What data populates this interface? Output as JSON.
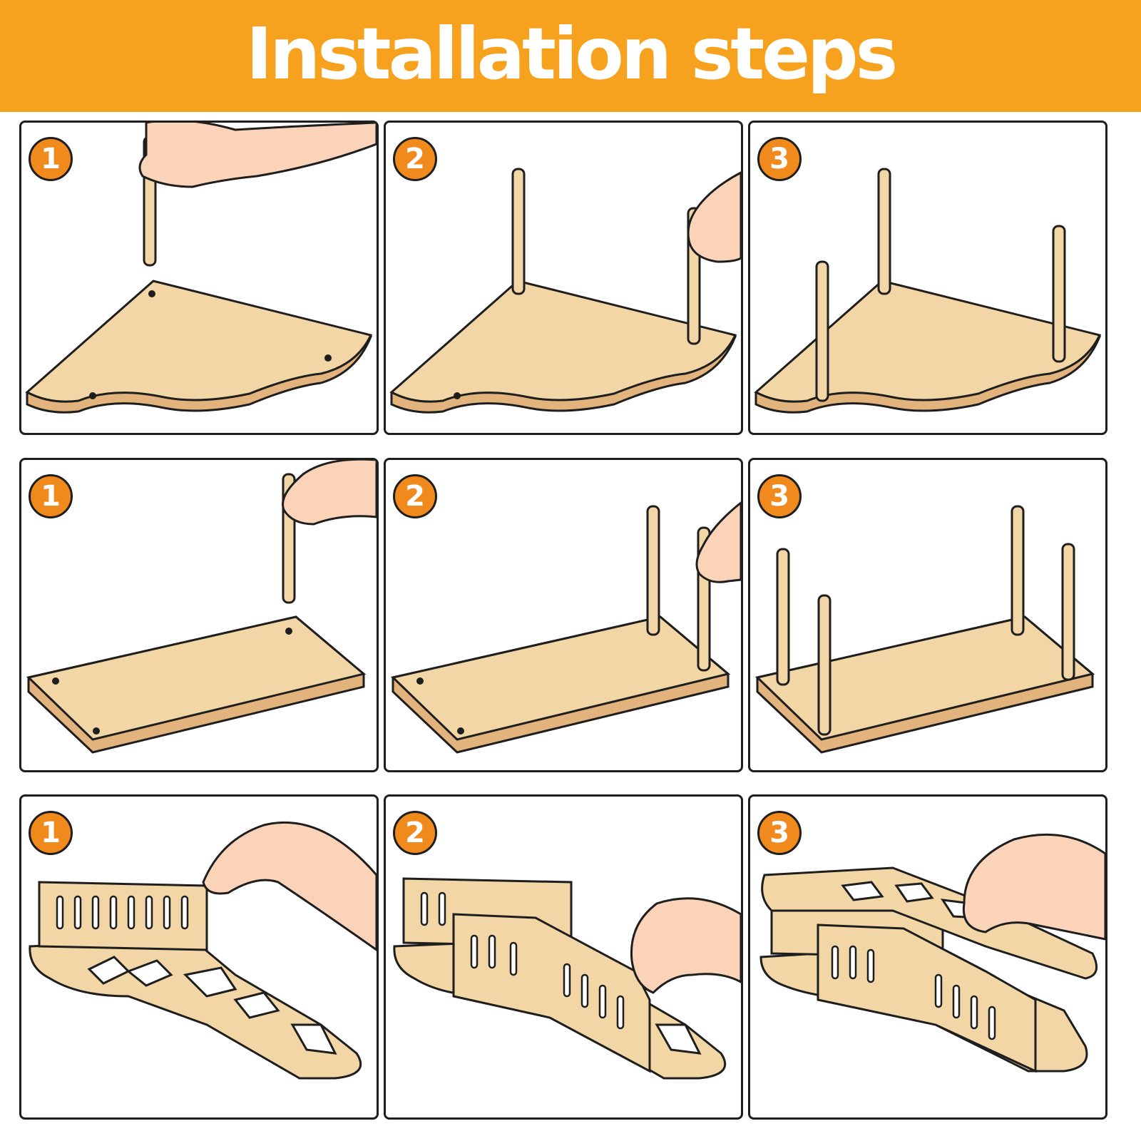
{
  "banner": {
    "title": "Installation steps",
    "background": "#f7a21f",
    "text_color": "#ffffff"
  },
  "colors": {
    "wood": "#f2d6a6",
    "wood_edge": "#e2b37c",
    "outline": "#1e1e1e",
    "skin": "#fbd3b9",
    "badge": "#f08a1c"
  },
  "rows": [
    {
      "part": "corner shelf with dowels",
      "steps": [
        "1",
        "2",
        "3"
      ]
    },
    {
      "part": "rectangular shelf with dowels",
      "steps": [
        "1",
        "2",
        "3"
      ]
    },
    {
      "part": "fence on corner base",
      "steps": [
        "1",
        "2",
        "3"
      ]
    }
  ]
}
